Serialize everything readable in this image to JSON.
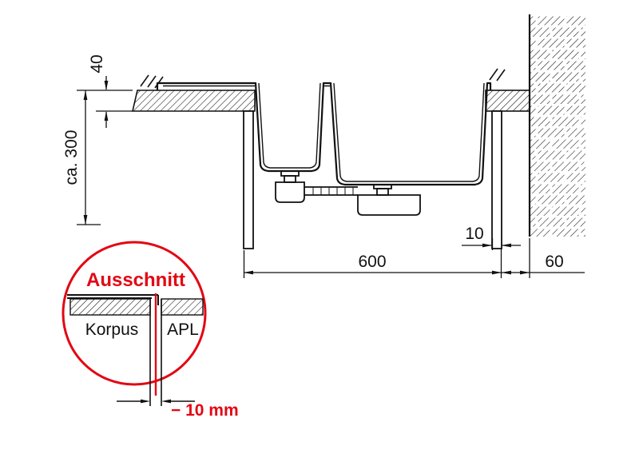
{
  "dimensions": {
    "countertop_thickness": "40",
    "clearance_depth": "ca. 300",
    "cabinet_width": "600",
    "panel_thickness": "10",
    "wall_distance": "60"
  },
  "detail": {
    "title": "Ausschnitt",
    "label_left": "Korpus",
    "label_right": "APL",
    "offset_note": "− 10 mm"
  },
  "colors": {
    "accent": "#e30613",
    "line": "#111111",
    "background": "#ffffff"
  }
}
